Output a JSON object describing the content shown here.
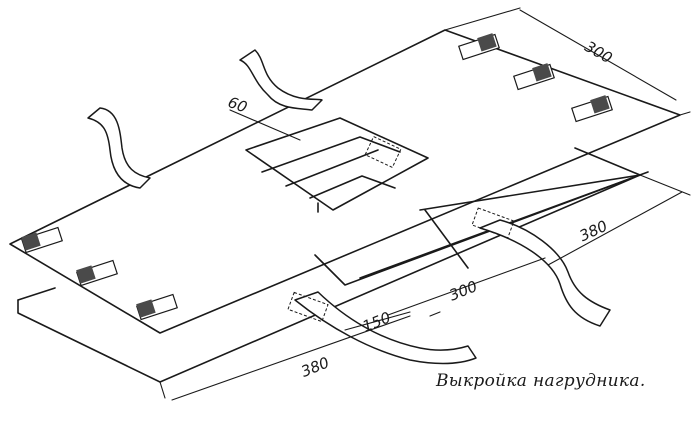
{
  "figure": {
    "caption": "Выкройка нагрудника.",
    "dimensions": {
      "top_width": "300",
      "pocket_inset": "60",
      "right_length": "380",
      "middle_length": "300",
      "small_length": "150",
      "bottom_length": "380"
    }
  }
}
